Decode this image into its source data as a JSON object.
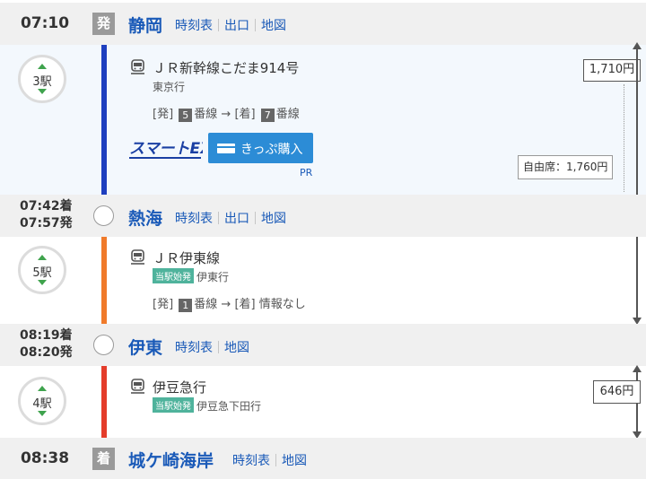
{
  "colors": {
    "line_shinkansen": "#1e3fbf",
    "line_ito": "#f07a2a",
    "line_izukyu": "#e43c2a",
    "link": "#1a5ab8",
    "header_bg": "#f0f0f0",
    "shinkansen_bg": "#f3f8fd"
  },
  "stations": [
    {
      "time": "07:10",
      "badge": "発",
      "name": "静岡",
      "links": [
        "時刻表",
        "出口",
        "地図"
      ]
    },
    {
      "arrive": "07:42着",
      "depart": "07:57発",
      "name": "熱海",
      "links": [
        "時刻表",
        "出口",
        "地図"
      ]
    },
    {
      "arrive": "08:19着",
      "depart": "08:20発",
      "name": "伊東",
      "links": [
        "時刻表",
        "地図"
      ]
    },
    {
      "time": "08:38",
      "badge": "着",
      "name": "城ケ崎海岸",
      "links": [
        "時刻表",
        "地図"
      ]
    }
  ],
  "segments": [
    {
      "stops": "3駅",
      "line": "ＪＲ新幹線こだま914号",
      "direction": "東京行",
      "platform_from_label": "[発]",
      "platform_from": "5",
      "platform_from_suffix": "番線 →",
      "platform_to_label": "[着]",
      "platform_to": "7",
      "platform_to_suffix": "番線",
      "smartex_logo": "スマートEX",
      "smartex_button": "きっぷ購入",
      "pr": "PR"
    },
    {
      "stops": "5駅",
      "line": "ＪＲ伊東線",
      "tag": "当駅始発",
      "direction": "伊東行",
      "platform_from_label": "[発]",
      "platform_from": "1",
      "platform_from_suffix": "番線 →",
      "platform_to_label": "[着]",
      "platform_to_text": "情報なし"
    },
    {
      "stops": "4駅",
      "line": "伊豆急行",
      "tag": "当駅始発",
      "direction": "伊豆急下田行"
    }
  ],
  "fares": {
    "jr_fare": "1,710円",
    "jr_free_seat": "自由席：1,760円",
    "izukyu_fare": "646円"
  }
}
